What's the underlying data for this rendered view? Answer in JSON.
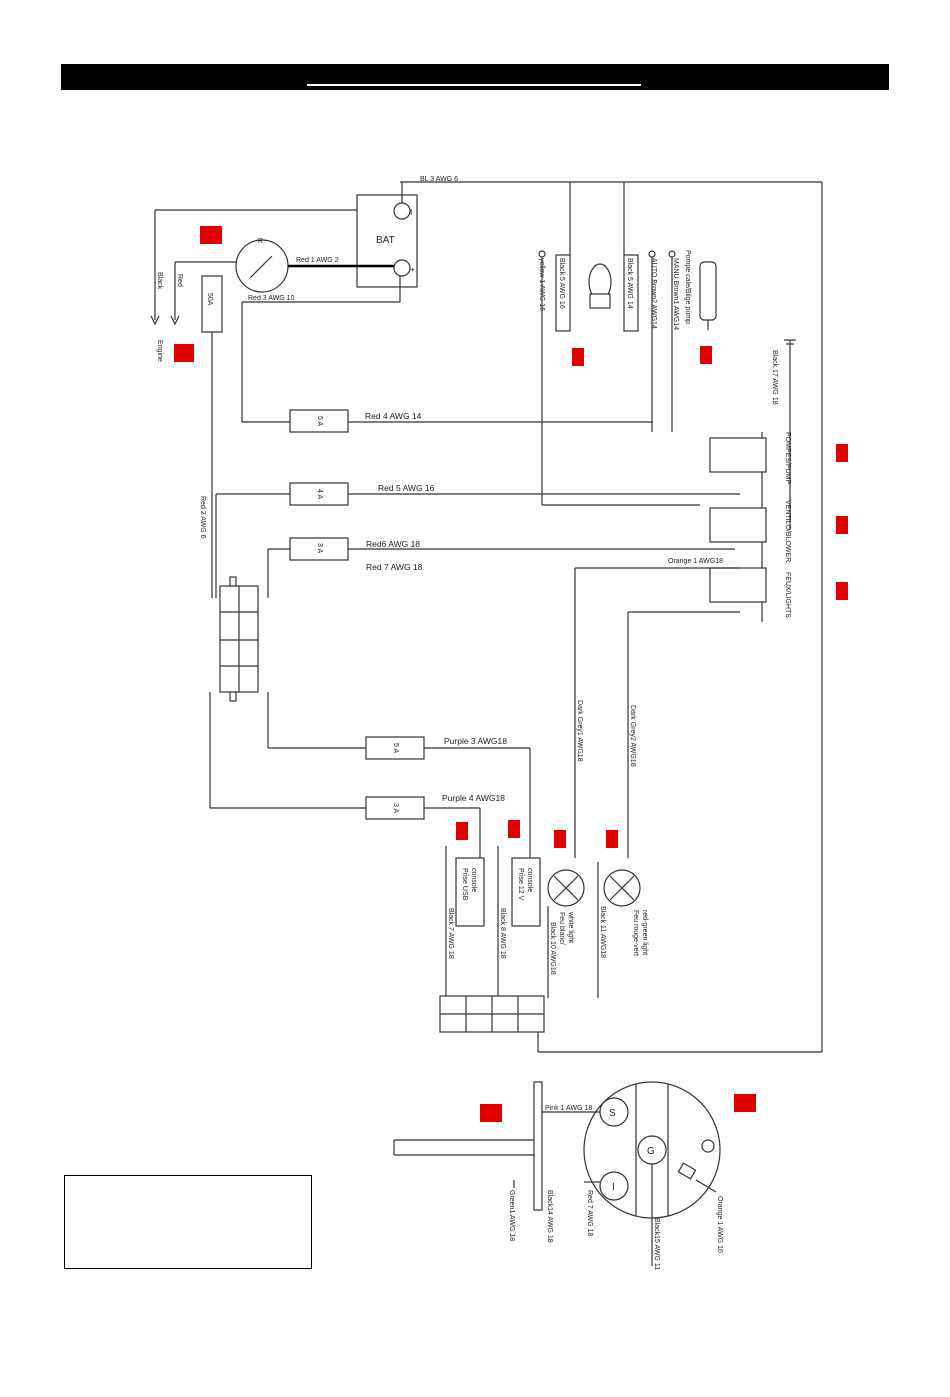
{
  "diagram": {
    "battery": {
      "label": "BAT",
      "neg": "I",
      "pos": "+"
    },
    "switch_label": "R",
    "fuse_main": "50A",
    "engine": {
      "label": "Engine",
      "black": "Black",
      "red": "Red"
    },
    "wires": {
      "bl3": "BL 3 AWG 6",
      "red1": "Red 1 AWG 2",
      "red3": "Red 3 AWG 10",
      "red2": "Red 2 AWG 6",
      "red4": "Red  4  AWG  14",
      "red5": "Red  5  AWG  16",
      "red6": "Red6  AWG  18",
      "red7": "Red  7  AWG  18",
      "purple3": "Purple  3  AWG18",
      "purple4": "Purple  4  AWG18",
      "yellow1": "yellow 1  AWG  16",
      "black5_16": "Black 5  AWG  16",
      "black5_14": "Black  5  AWG  14",
      "auto_brown": "AUTO Brown2  AWG14",
      "manu_brown": "MANU Brown1  AWG14",
      "pump_label": "Pompe cale/Bilge pump",
      "black17": "Black 17 AWG 18",
      "orange1": "Orange 1  AWG18",
      "darkgrey1": "Dark Grey1 AWG18",
      "darkgrey2": "Dark Grey2 AWG18",
      "black7": "Black 7 AWG 18",
      "black8": "Black 8 AWG 18",
      "black10": "Black  10  AWG18",
      "black11": "Black  11  AWG18",
      "pink1": "Pink  1  AWG  18",
      "green1": "Green1 AWG 18",
      "black14": "Black14 AWG 18",
      "red7b": "Red 7 AWG 18",
      "black15": "Black15 AWG 11",
      "orange1b": "Orange 1 AWG 16"
    },
    "fuses": {
      "f5a": "5\nA",
      "f4a": "4\nA",
      "f3a": "3\nA"
    },
    "fuse_labels": [
      "5 A",
      "4 A",
      "3 A",
      "5 A",
      "3 A"
    ],
    "switches": {
      "pump": "POMPES/PUMP",
      "blower": "VENTILO/BLOWER",
      "lights": "FEUX/LIGHTS"
    },
    "devices": {
      "usb": [
        "Prise  USB",
        "console"
      ],
      "v12": [
        "Prise  12  V",
        "console"
      ],
      "light_white": [
        "Feu  blanc/",
        "white  light"
      ],
      "light_redgreen": [
        "Feu  rouge-vert",
        "red-green  light"
      ]
    },
    "gauge": {
      "s": "S",
      "g": "G",
      "i": "I"
    }
  },
  "colors": {
    "marker": "#e00000",
    "header": "#000000"
  }
}
